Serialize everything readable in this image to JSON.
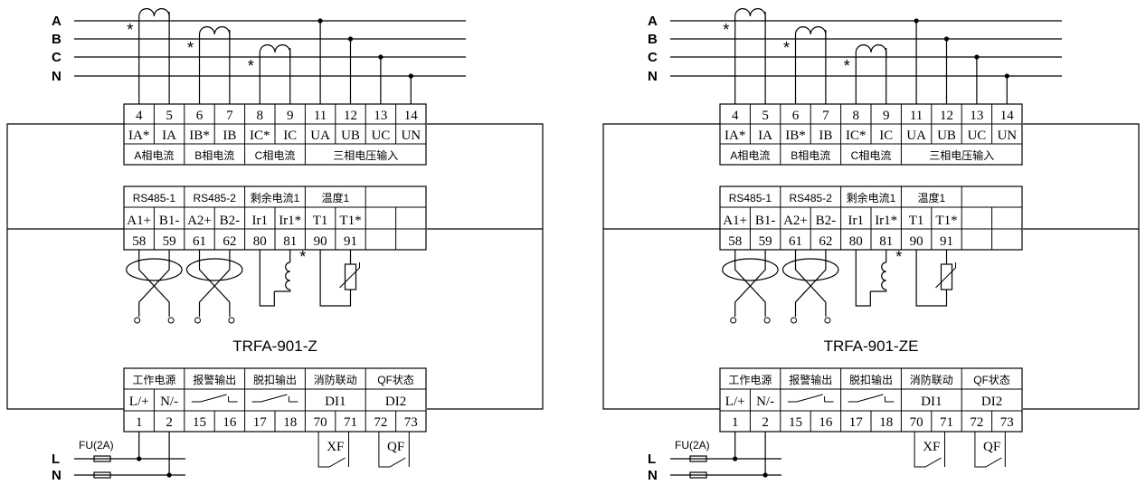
{
  "diagrams": [
    {
      "model": "TRFA-901-Z",
      "phases": [
        "A",
        "B",
        "C",
        "N"
      ],
      "top_terminals": [
        {
          "num": "4",
          "label": "IA*"
        },
        {
          "num": "5",
          "label": "IA"
        },
        {
          "num": "6",
          "label": "IB*"
        },
        {
          "num": "7",
          "label": "IB"
        },
        {
          "num": "8",
          "label": "IC*"
        },
        {
          "num": "9",
          "label": "IC"
        },
        {
          "num": "11",
          "label": "UA"
        },
        {
          "num": "12",
          "label": "UB"
        },
        {
          "num": "13",
          "label": "UC"
        },
        {
          "num": "14",
          "label": "UN"
        }
      ],
      "top_groups": [
        "A相电流",
        "B相电流",
        "C相电流",
        "三相电压输入"
      ],
      "mid_groups": [
        "RS485-1",
        "RS485-2",
        "剩余电流1",
        "温度1",
        ""
      ],
      "mid_terminals": [
        {
          "num": "58",
          "label": "A1+"
        },
        {
          "num": "59",
          "label": "B1-"
        },
        {
          "num": "61",
          "label": "A2+"
        },
        {
          "num": "62",
          "label": "B2-"
        },
        {
          "num": "80",
          "label": "Ir1"
        },
        {
          "num": "81",
          "label": "Ir1*"
        },
        {
          "num": "90",
          "label": "T1"
        },
        {
          "num": "91",
          "label": "T1*"
        },
        {
          "num": "",
          "label": ""
        },
        {
          "num": "",
          "label": ""
        }
      ],
      "bot_groups": [
        "工作电源",
        "报警输出",
        "脱扣输出",
        "消防联动",
        "QF状态"
      ],
      "bot_terminals": [
        {
          "num": "1",
          "label": "L/+"
        },
        {
          "num": "2",
          "label": "N/-"
        },
        {
          "num": "15",
          "label": ""
        },
        {
          "num": "16",
          "label": ""
        },
        {
          "num": "17",
          "label": ""
        },
        {
          "num": "18",
          "label": ""
        },
        {
          "num": "70",
          "label": "DI1"
        },
        {
          "num": "71",
          "label": ""
        },
        {
          "num": "72",
          "label": "DI2"
        },
        {
          "num": "73",
          "label": ""
        }
      ],
      "fuse_label": "FU(2A)",
      "supply": [
        "L",
        "N"
      ],
      "xf_label": "XF",
      "qf_label": "QF",
      "star": "*"
    },
    {
      "model": "TRFA-901-ZE",
      "phases": [
        "A",
        "B",
        "C",
        "N"
      ],
      "top_terminals": [
        {
          "num": "4",
          "label": "IA*"
        },
        {
          "num": "5",
          "label": "IA"
        },
        {
          "num": "6",
          "label": "IB*"
        },
        {
          "num": "7",
          "label": "IB"
        },
        {
          "num": "8",
          "label": "IC*"
        },
        {
          "num": "9",
          "label": "IC"
        },
        {
          "num": "11",
          "label": "UA"
        },
        {
          "num": "12",
          "label": "UB"
        },
        {
          "num": "13",
          "label": "UC"
        },
        {
          "num": "14",
          "label": "UN"
        }
      ],
      "top_groups": [
        "A相电流",
        "B相电流",
        "C相电流",
        "三相电压输入"
      ],
      "mid_groups": [
        "RS485-1",
        "RS485-2",
        "剩余电流1",
        "温度1",
        ""
      ],
      "mid_terminals": [
        {
          "num": "58",
          "label": "A1+"
        },
        {
          "num": "59",
          "label": "B1-"
        },
        {
          "num": "61",
          "label": "A2+"
        },
        {
          "num": "62",
          "label": "B2-"
        },
        {
          "num": "80",
          "label": "Ir1"
        },
        {
          "num": "81",
          "label": "Ir1*"
        },
        {
          "num": "90",
          "label": "T1"
        },
        {
          "num": "91",
          "label": "T1*"
        },
        {
          "num": "",
          "label": ""
        },
        {
          "num": "",
          "label": ""
        }
      ],
      "bot_groups": [
        "工作电源",
        "报警输出",
        "脱扣输出",
        "消防联动",
        "QF状态"
      ],
      "bot_terminals": [
        {
          "num": "1",
          "label": "L/+"
        },
        {
          "num": "2",
          "label": "N/-"
        },
        {
          "num": "15",
          "label": ""
        },
        {
          "num": "16",
          "label": ""
        },
        {
          "num": "17",
          "label": ""
        },
        {
          "num": "18",
          "label": ""
        },
        {
          "num": "70",
          "label": "DI1"
        },
        {
          "num": "71",
          "label": ""
        },
        {
          "num": "72",
          "label": "DI2"
        },
        {
          "num": "73",
          "label": ""
        }
      ],
      "fuse_label": "FU(2A)",
      "supply": [
        "L",
        "N"
      ],
      "xf_label": "XF",
      "qf_label": "QF",
      "star": "*"
    }
  ]
}
